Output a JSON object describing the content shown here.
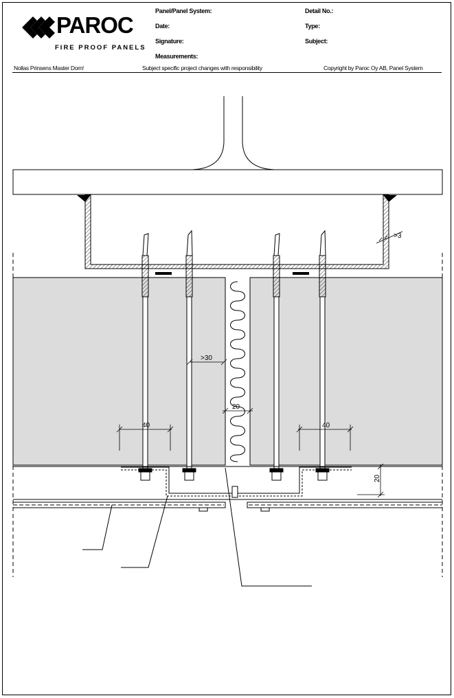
{
  "header": {
    "brand": "PAROC",
    "tagline": "FIRE PROOF PANELS",
    "fields": {
      "panel_system": "Panel/Panel System:",
      "date": "Date:",
      "signature": "Signature:",
      "measurements": "Measurements:",
      "detail_no": "Detail No.:",
      "type": "Type:",
      "subject": "Subject:"
    },
    "note_left": "Nollas Prinsens Master Dom!",
    "note_mid": "Subject specific project changes with responsibility",
    "note_right": "Copyright by Paroc Oy AB, Panel System"
  },
  "dimensions": {
    "wall_thickness": ">3",
    "screw_spacing": ">30",
    "joint_gap": "20",
    "left_edge": "40",
    "right_edge": "40",
    "flashing_depth": "20"
  },
  "colors": {
    "panel_fill": "#dcdcdc",
    "line": "#000000",
    "paper": "#ffffff"
  },
  "icons": [
    "paroc-diamond-logo-icon"
  ]
}
